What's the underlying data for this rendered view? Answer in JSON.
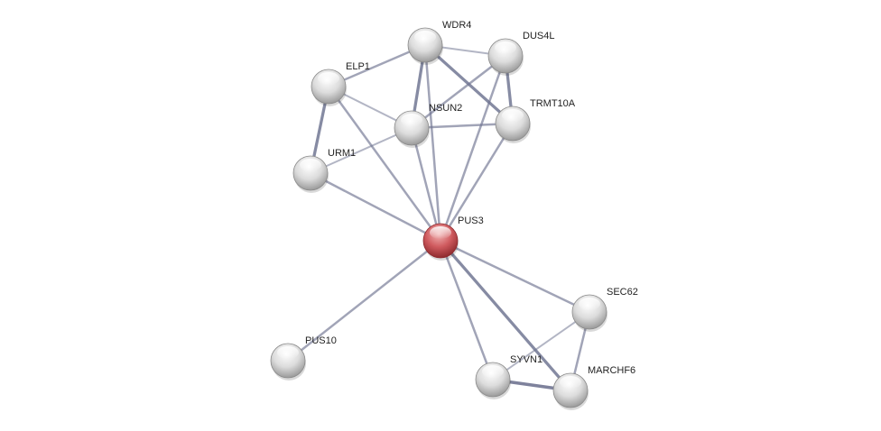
{
  "network": {
    "query_color": "#c9484c",
    "node_color": "#d8d8d8",
    "edge_color": "#6e7390",
    "nodes": [
      {
        "id": "PUS3",
        "label": "PUS3",
        "query": true
      },
      {
        "id": "WDR4",
        "label": "WDR4"
      },
      {
        "id": "DUS4L",
        "label": "DUS4L"
      },
      {
        "id": "ELP1",
        "label": "ELP1"
      },
      {
        "id": "NSUN2",
        "label": "NSUN2"
      },
      {
        "id": "TRMT10A",
        "label": "TRMT10A"
      },
      {
        "id": "URM1",
        "label": "URM1"
      },
      {
        "id": "SEC62",
        "label": "SEC62"
      },
      {
        "id": "PUS10",
        "label": "PUS10"
      },
      {
        "id": "SYVN1",
        "label": "SYVN1"
      },
      {
        "id": "MARCHF6",
        "label": "MARCHF6"
      }
    ],
    "edges": [
      {
        "source": "WDR4",
        "target": "DUS4L",
        "strength": 0.3
      },
      {
        "source": "WDR4",
        "target": "ELP1",
        "strength": 0.5
      },
      {
        "source": "WDR4",
        "target": "NSUN2",
        "strength": 0.8
      },
      {
        "source": "WDR4",
        "target": "TRMT10A",
        "strength": 0.8
      },
      {
        "source": "WDR4",
        "target": "PUS3",
        "strength": 0.5
      },
      {
        "source": "DUS4L",
        "target": "NSUN2",
        "strength": 0.5
      },
      {
        "source": "DUS4L",
        "target": "TRMT10A",
        "strength": 0.8
      },
      {
        "source": "DUS4L",
        "target": "PUS3",
        "strength": 0.5
      },
      {
        "source": "ELP1",
        "target": "NSUN2",
        "strength": 0.3
      },
      {
        "source": "ELP1",
        "target": "URM1",
        "strength": 0.8
      },
      {
        "source": "ELP1",
        "target": "PUS3",
        "strength": 0.5
      },
      {
        "source": "NSUN2",
        "target": "TRMT10A",
        "strength": 0.5
      },
      {
        "source": "NSUN2",
        "target": "PUS3",
        "strength": 0.5
      },
      {
        "source": "NSUN2",
        "target": "URM1",
        "strength": 0.3
      },
      {
        "source": "TRMT10A",
        "target": "PUS3",
        "strength": 0.5
      },
      {
        "source": "URM1",
        "target": "PUS3",
        "strength": 0.5
      },
      {
        "source": "PUS3",
        "target": "PUS10",
        "strength": 0.5
      },
      {
        "source": "PUS3",
        "target": "SEC62",
        "strength": 0.5
      },
      {
        "source": "PUS3",
        "target": "SYVN1",
        "strength": 0.5
      },
      {
        "source": "PUS3",
        "target": "MARCHF6",
        "strength": 0.8
      },
      {
        "source": "SEC62",
        "target": "SYVN1",
        "strength": 0.3
      },
      {
        "source": "SEC62",
        "target": "MARCHF6",
        "strength": 0.5
      },
      {
        "source": "SYVN1",
        "target": "MARCHF6",
        "strength": 0.9
      }
    ]
  }
}
